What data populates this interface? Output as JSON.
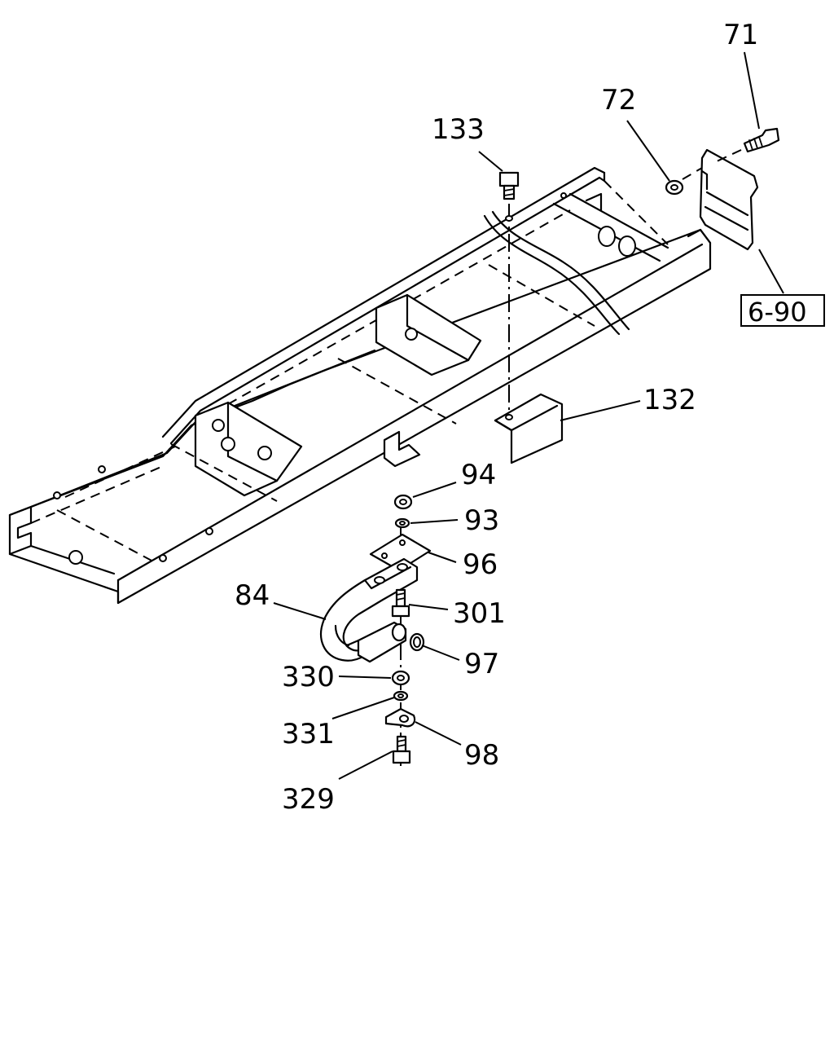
{
  "diagram": {
    "callouts": {
      "c71": "71",
      "c72": "72",
      "c133": "133",
      "c132": "132",
      "c94": "94",
      "c93": "93",
      "c96": "96",
      "c84": "84",
      "c301": "301",
      "c97": "97",
      "c330": "330",
      "c331": "331",
      "c98": "98",
      "c329": "329"
    },
    "reference_box": "6-90"
  }
}
